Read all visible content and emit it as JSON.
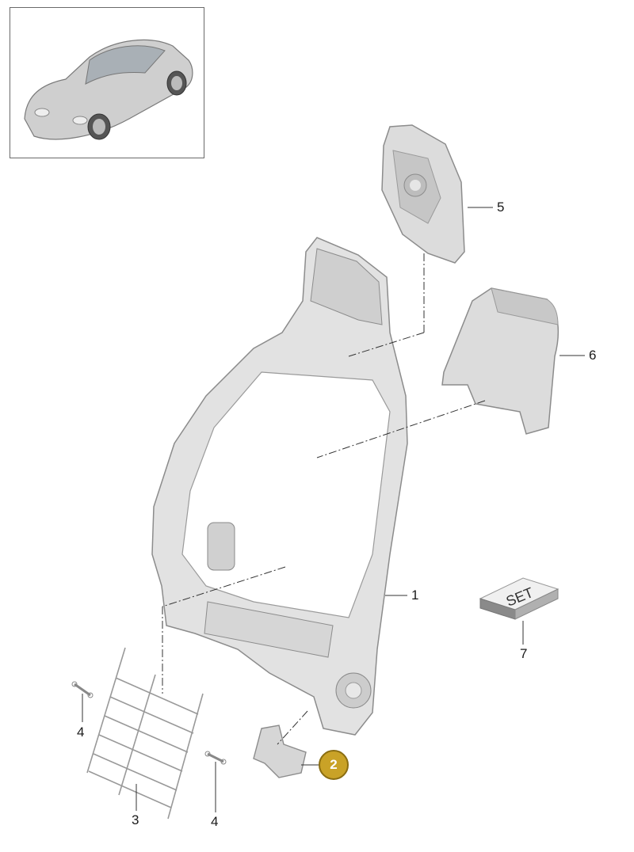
{
  "callouts": [
    {
      "id": "frame",
      "label": "1"
    },
    {
      "id": "hinge",
      "label": "2",
      "highlighted": true
    },
    {
      "id": "spring-mat",
      "label": "3"
    },
    {
      "id": "spring-left",
      "label": "4"
    },
    {
      "id": "spring-right",
      "label": "4"
    },
    {
      "id": "headrest-bracket",
      "label": "5"
    },
    {
      "id": "back-panel",
      "label": "6"
    },
    {
      "id": "set-kit",
      "label": "7"
    }
  ],
  "set_box_text": "SET",
  "colors": {
    "highlight": "#c9a227",
    "part_fill": "#dcdcdc",
    "part_stroke": "#8c8c8c",
    "line": "#333333"
  }
}
